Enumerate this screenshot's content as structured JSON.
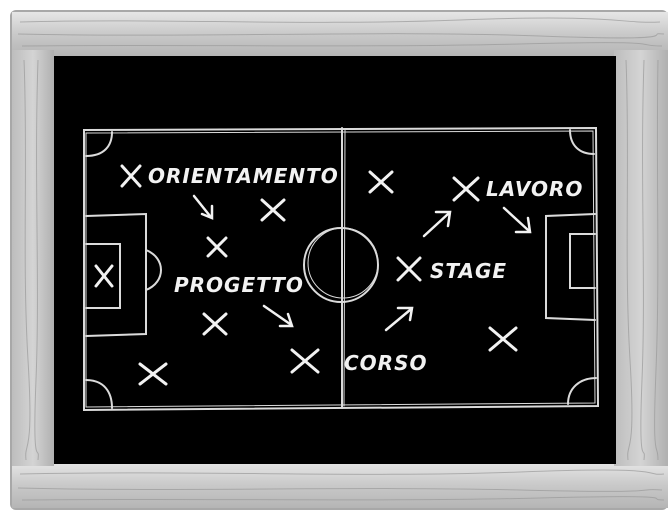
{
  "board": {
    "frame_color": "#c8c8c8",
    "surface_color": "#000000",
    "chalk_color": "#f2f2f2"
  },
  "labels": {
    "orientamento": "ORIENTAMENTO",
    "progetto": "PROGETTO",
    "corso": "CORSO",
    "stage": "STAGE",
    "lavoro": "LAVORO"
  },
  "markers": {
    "player_symbol": "x-mark-icon",
    "move_symbol": "arrow-icon"
  }
}
